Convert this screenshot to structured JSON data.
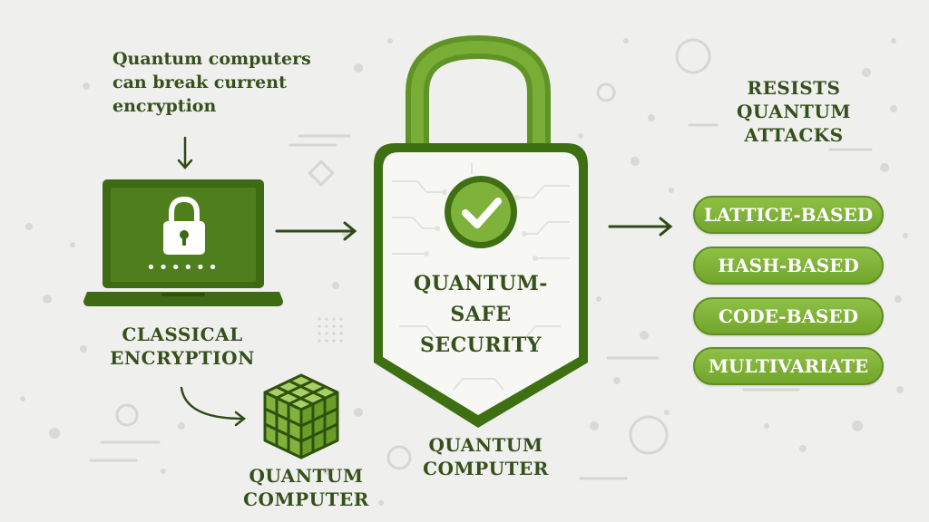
{
  "note": {
    "line1": "Quantum computers",
    "line2": "can break current",
    "line3": "encryption"
  },
  "classical": {
    "line1": "CLASSICAL",
    "line2": "ENCRYPTION",
    "password_dots": "••••••"
  },
  "quantum_computer_left": {
    "line1": "QUANTUM",
    "line2": "COMPUTER"
  },
  "shield": {
    "line1": "QUANTUM-",
    "line2": "SAFE",
    "line3": "SECURITY"
  },
  "quantum_computer_center": {
    "line1": "QUANTUM",
    "line2": "COMPUTER"
  },
  "resists": {
    "line1": "RESISTS",
    "line2": "QUANTUM",
    "line3": "ATTACKS"
  },
  "methods": [
    "LATTICE-BASED",
    "HASH-BASED",
    "CODE-BASED",
    "MULTIVARIATE"
  ],
  "colors": {
    "dark_green": "#3d6a12",
    "mid_green": "#5e8e22",
    "light_green": "#8fc046",
    "background": "#efefed"
  }
}
